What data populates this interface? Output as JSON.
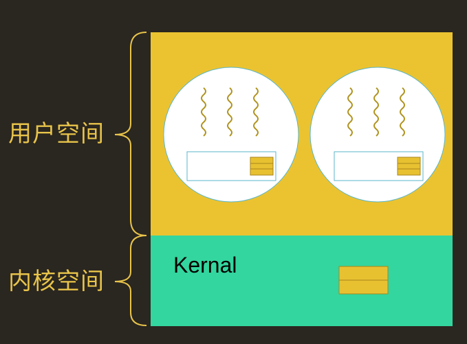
{
  "labels": {
    "user_space": "用户空间",
    "kernel_space": "内核空间",
    "kernel": "Kernal"
  },
  "colors": {
    "background": "#2a2620",
    "user_space_fill": "#ebc331",
    "kernel_space_fill": "#33d69e",
    "bracket": "#e8c44a",
    "process_border": "#5ab6c8",
    "thread_wave": "#b0931e",
    "block_fill": "#e8c131",
    "block_stroke": "#a8851a"
  },
  "icons": {
    "thread": "squiggle-thread-icon",
    "memory": "memory-block-icon"
  }
}
